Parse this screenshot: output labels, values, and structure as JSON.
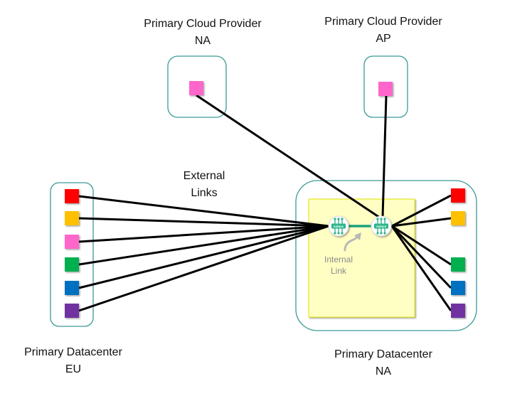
{
  "labels": {
    "cloud_na": {
      "line1": "Primary Cloud Provider",
      "line2": "NA"
    },
    "cloud_ap": {
      "line1": "Primary Cloud Provider",
      "line2": "AP"
    },
    "dc_eu": {
      "line1": "Primary Datacenter",
      "line2": "EU"
    },
    "dc_na": {
      "line1": "Primary Datacenter",
      "line2": "NA"
    },
    "external_links": {
      "line1": "External",
      "line2": "Links"
    },
    "internal_link": {
      "line1": "Internal",
      "line2": "Link"
    }
  },
  "colors": {
    "container_border": "#3a9a96",
    "zone_fill": "#ffffc4",
    "zone_border": "#e6e600",
    "link": "#000000",
    "internal_link": "#1aa37f",
    "router_icon": "#2db58a",
    "router_bg": "#ffffff",
    "arrow": "#b8b8b8"
  },
  "nodes": {
    "eu_endpoints": [
      "#ff0000",
      "#ffc000",
      "#ff66cc",
      "#00b050",
      "#0070c0",
      "#7030a0"
    ],
    "na_endpoints": [
      "#ff0000",
      "#ffc000",
      "#00b050",
      "#0070c0",
      "#7030a0"
    ],
    "cloud_na_endpoint": "#ff66cc",
    "cloud_ap_endpoint": "#ff66cc"
  },
  "routers": [
    {
      "name": "solace",
      "icon": "solace-broker-icon"
    },
    {
      "name": "solace",
      "icon": "solace-broker-icon"
    }
  ]
}
